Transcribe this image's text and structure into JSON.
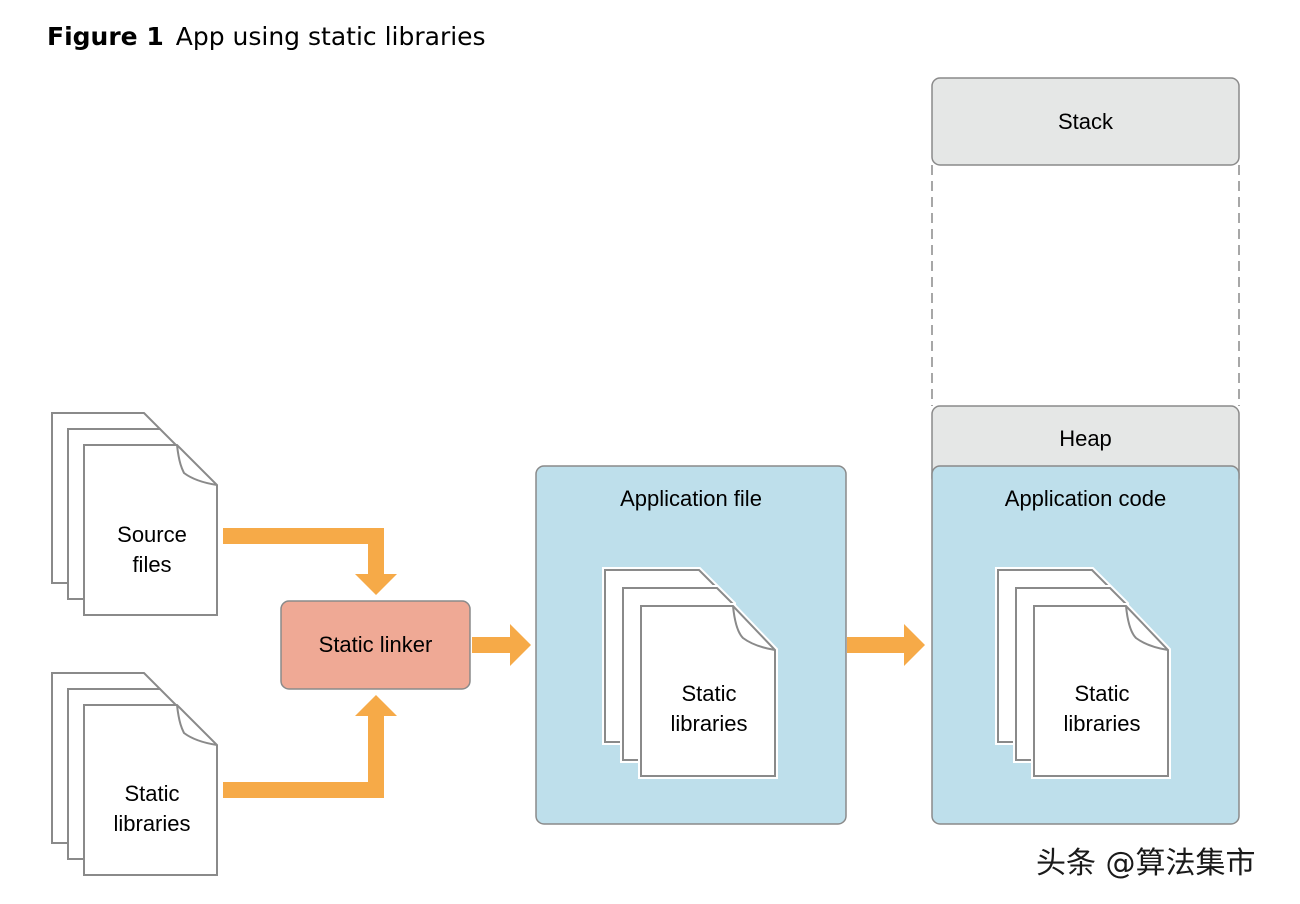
{
  "figure": {
    "number": "Figure 1",
    "caption": "App using static libraries"
  },
  "nodes": {
    "source_files": "Source\nfiles",
    "static_libraries_input": "Static\nlibraries",
    "static_linker": "Static linker",
    "application_file": "Application file",
    "application_file_libraries": "Static\nlibraries",
    "stack": "Stack",
    "heap": "Heap",
    "application_code": "Application code",
    "application_code_libraries": "Static\nlibraries"
  },
  "colors": {
    "arrow": "#f6aa48",
    "linker_fill": "#efa995",
    "app_fill": "#bedfeb",
    "memory_fill": "#e5e7e6",
    "stroke": "#8a8a8a"
  },
  "watermark": "头条 @算法集市"
}
